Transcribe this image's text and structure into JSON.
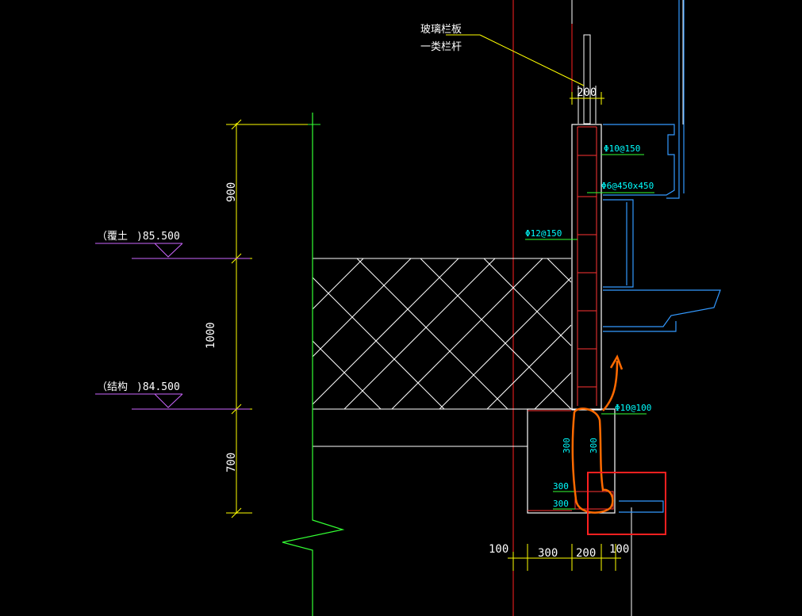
{
  "colors": {
    "background": "#000000",
    "dimension": "#ffff00",
    "slab_outline": "#ffffff",
    "level_mark": "#cc66ff",
    "axis_line": "#ff2020",
    "window_frame": "#3399ff",
    "rebar": "#ff3333",
    "rebar_label": "#00ffff",
    "markup": "#ff6a00",
    "box": "#ff2020"
  },
  "notes": {
    "line1": "玻璃栏板",
    "line2": "一类栏杆"
  },
  "levels": [
    {
      "tag": "（覆土",
      "value": ")85.500"
    },
    {
      "tag": "（结构",
      "value": ")84.500"
    }
  ],
  "vertical_dims": [
    "900",
    "1000",
    "700"
  ],
  "top_dim": "200",
  "bottom_dims": [
    "100",
    "300",
    "200",
    "100"
  ],
  "beam_dims": [
    "300",
    "300",
    "300",
    "300"
  ],
  "rebar_labels": [
    "Φ10@150",
    "Φ6@450x450",
    "Φ12@150",
    "Φ10@100"
  ],
  "icons": {
    "arrow": "markup-arrow-icon",
    "break": "break-line-icon"
  }
}
